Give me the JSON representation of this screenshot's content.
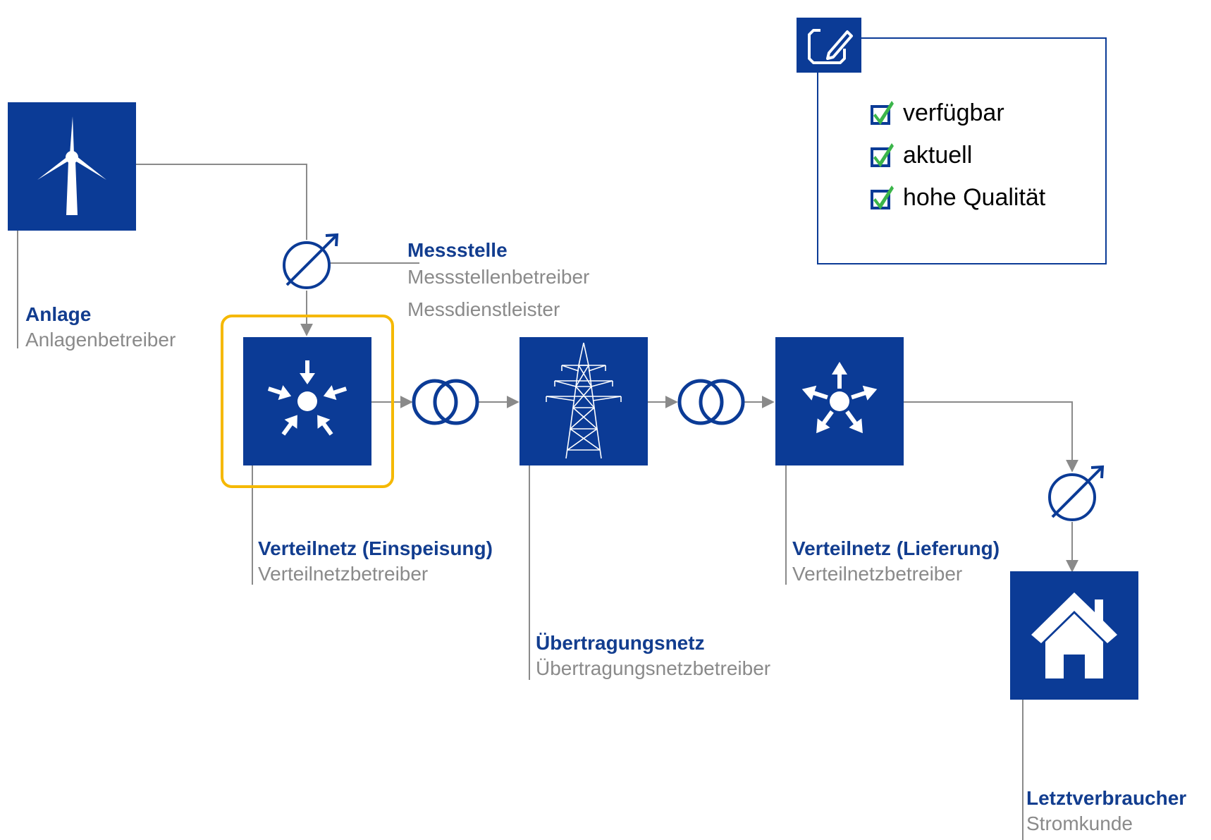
{
  "colors": {
    "navy": "#0b3b96",
    "gray": "#8a8a8a",
    "highlight": "#f5b800",
    "check_green": "#3bb54a"
  },
  "nodes": {
    "anlage": {
      "title": "Anlage",
      "subtitle": "Anlagenbetreiber",
      "icon": "wind-turbine-icon"
    },
    "messstelle": {
      "title": "Messstelle",
      "subtitle_1": "Messstellenbetreiber",
      "subtitle_2": "Messdienstleister",
      "icon": "meter-icon"
    },
    "verteilnetz_einspeisung": {
      "title": "Verteilnetz (Einspeisung)",
      "subtitle": "Verteilnetzbetreiber",
      "icon": "converging-arrows-icon"
    },
    "uebertragungsnetz": {
      "title": "Übertragungsnetz",
      "subtitle": "Übertragungsnetzbetreiber",
      "icon": "transmission-tower-icon"
    },
    "verteilnetz_lieferung": {
      "title": "Verteilnetz (Lieferung)",
      "subtitle": "Verteilnetzbetreiber",
      "icon": "diverging-arrows-icon"
    },
    "letztverbraucher": {
      "title": "Letztverbraucher",
      "subtitle": "Stromkunde",
      "icon": "house-icon"
    }
  },
  "checklist": {
    "icon": "edit-document-icon",
    "items": [
      "verfügbar",
      "aktuell",
      "hohe Qualität"
    ]
  }
}
